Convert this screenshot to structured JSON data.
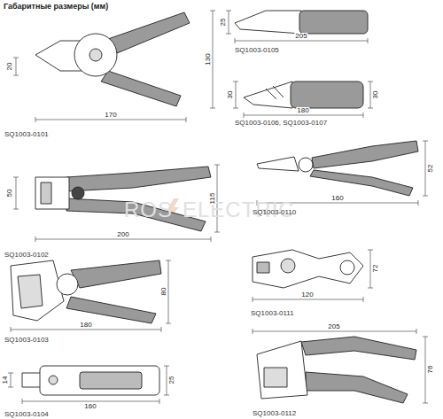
{
  "diagram": {
    "title": "Габаритные размеры (мм)",
    "labels": [
      "20",
      "130",
      "170",
      "SQ1003-0101",
      "50",
      "115",
      "200",
      "SQ1003-0102",
      "80",
      "180",
      "SQ1003-0103",
      "14",
      "25",
      "160",
      "SQ1003-0104",
      "25",
      "205",
      "SQ1003-0105",
      "30",
      "30",
      "180",
      "SQ1003-0106, SQ1003-0107",
      "52",
      "160",
      "SQ1003-0110",
      "72",
      "120",
      "SQ1003-0111",
      "76",
      "205",
      "SQ1003-0112",
      "ROS",
      "ELECTRIC"
    ]
  }
}
